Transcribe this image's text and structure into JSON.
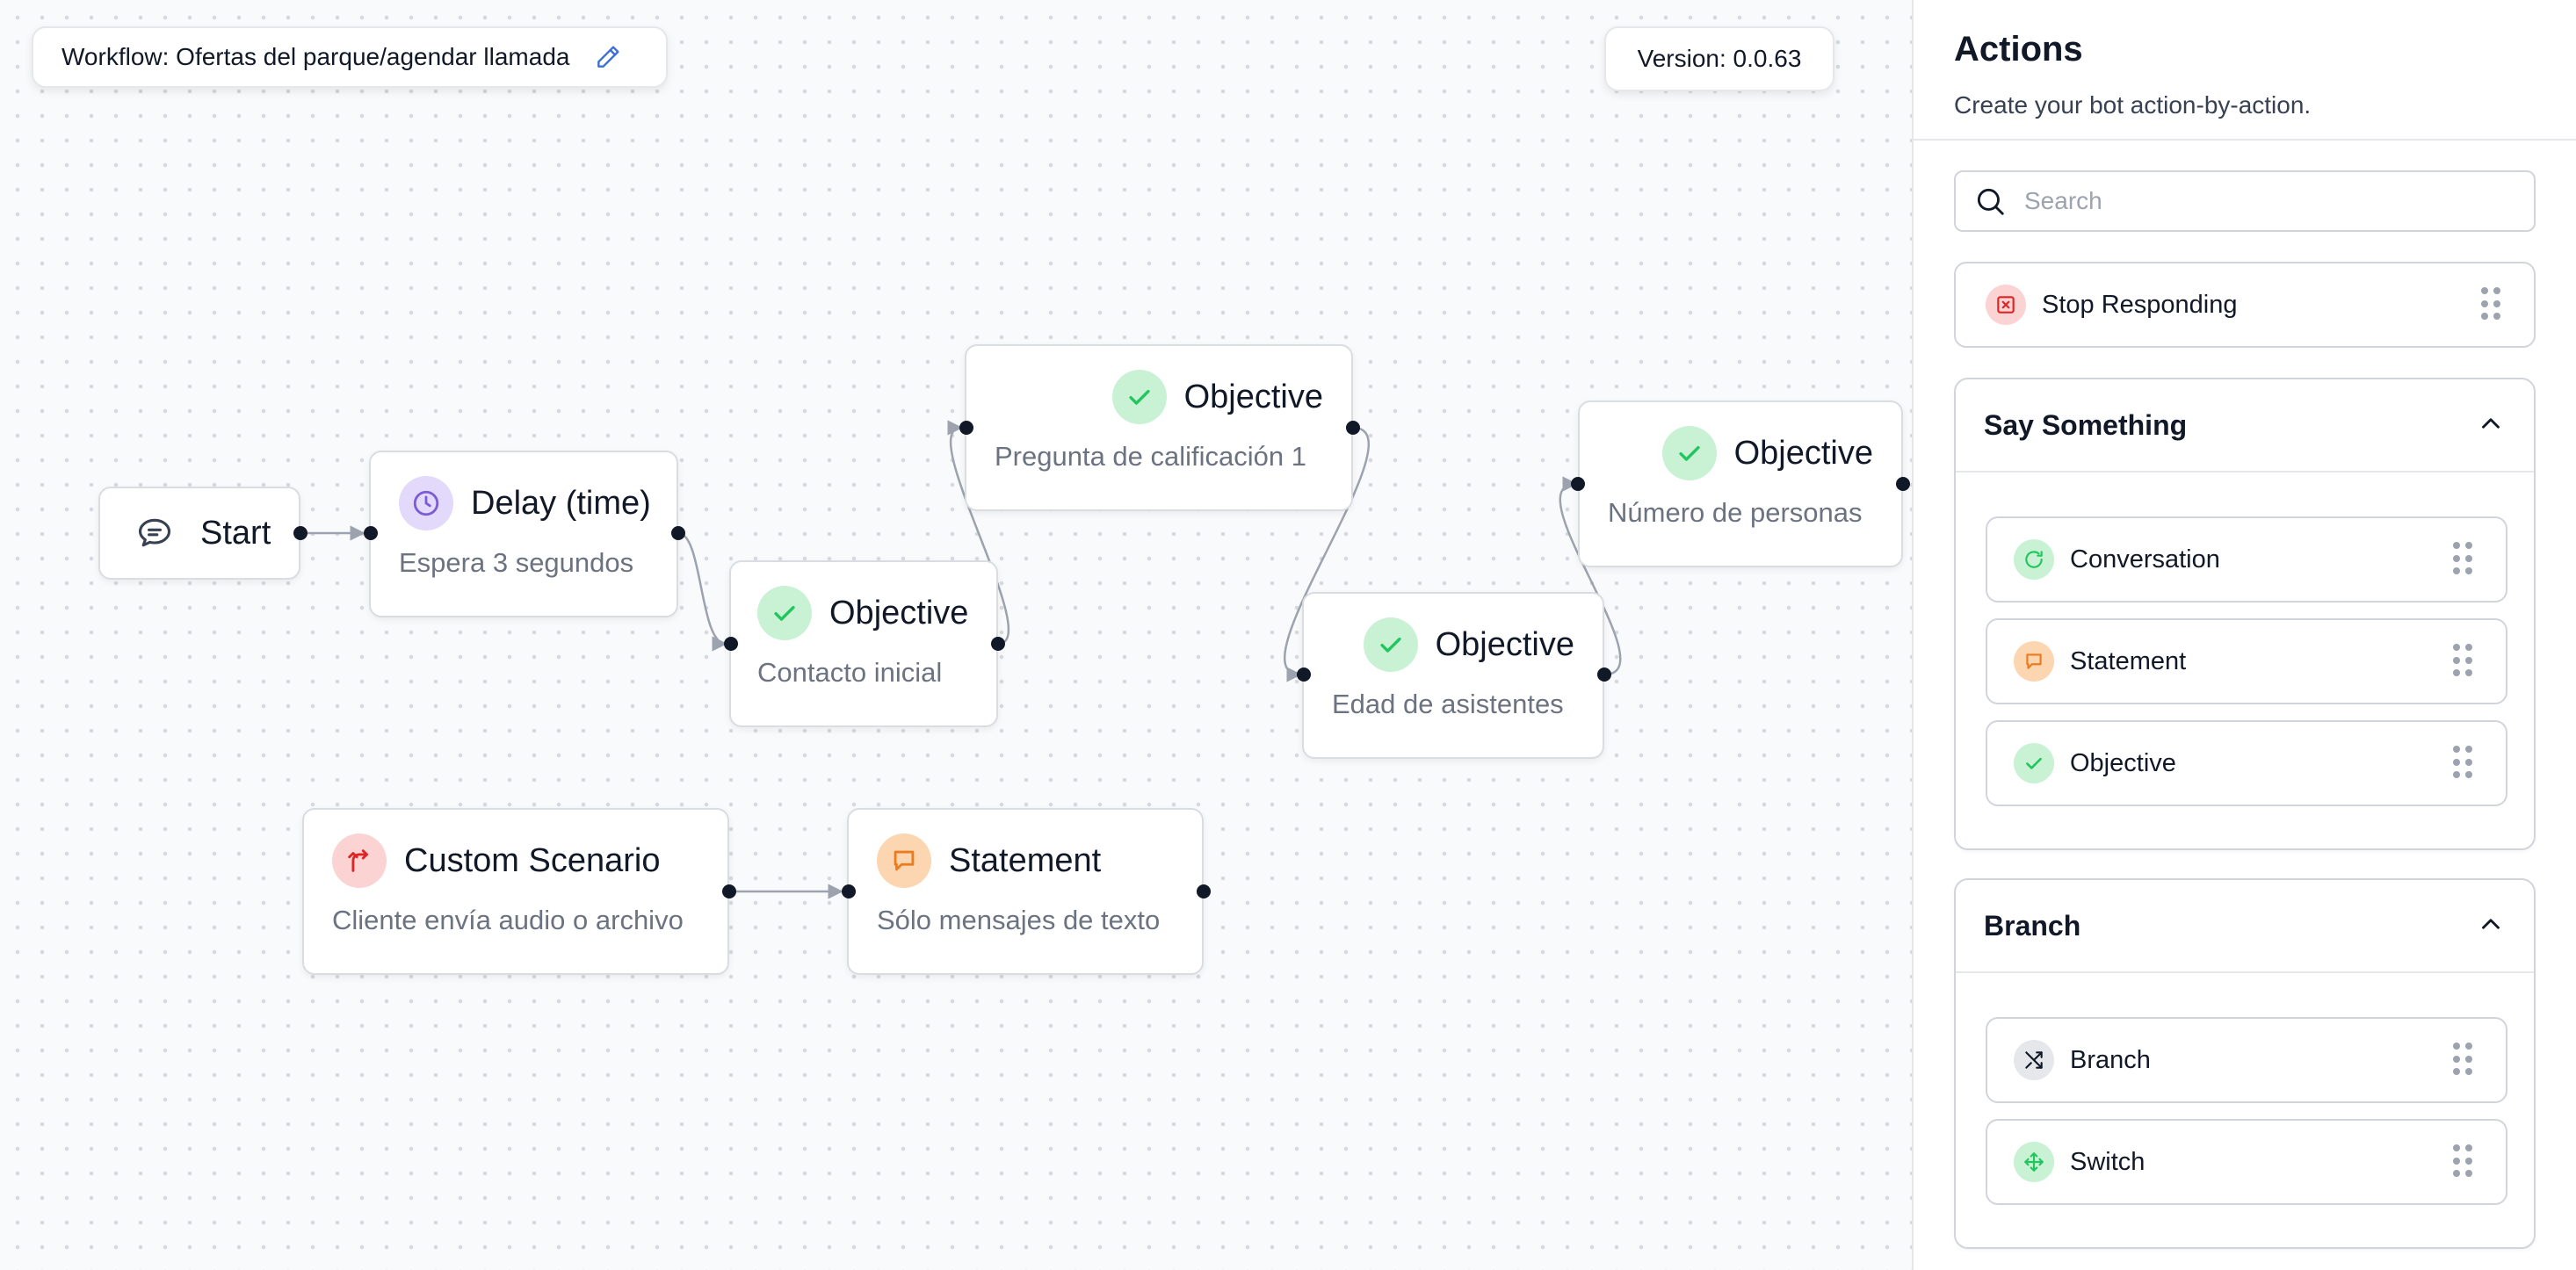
{
  "header": {
    "workflow_label": "Workflow: Ofertas del parque/agendar llamada",
    "version_label": "Version: 0.0.63"
  },
  "nodes": {
    "start": {
      "title": "Start",
      "icon": "chat-bubble-icon"
    },
    "delay": {
      "title": "Delay (time)",
      "subtitle": "Espera 3 segundos",
      "icon": "clock-icon"
    },
    "objective_1": {
      "title": "Objective",
      "subtitle": "Contacto inicial",
      "icon": "check-icon"
    },
    "objective_2": {
      "title": "Objective",
      "subtitle": "Pregunta de calificación 1",
      "icon": "check-icon"
    },
    "objective_3": {
      "title": "Objective",
      "subtitle": "Edad de asistentes",
      "icon": "check-icon"
    },
    "objective_4": {
      "title": "Objective",
      "subtitle": "Número de personas",
      "icon": "check-icon"
    },
    "custom_scenario": {
      "title": "Custom Scenario",
      "subtitle": "Cliente envía audio o archivo",
      "icon": "branch-arrow-icon"
    },
    "statement": {
      "title": "Statement",
      "subtitle": "Sólo mensajes de texto",
      "icon": "speech-bubble-icon"
    }
  },
  "sidebar": {
    "title": "Actions",
    "subtitle": "Create your bot action-by-action.",
    "search": {
      "placeholder": "Search",
      "value": ""
    },
    "stop_item": {
      "label": "Stop Responding",
      "icon": "stop-x-icon"
    },
    "groups": [
      {
        "title": "Say Something",
        "items": [
          {
            "label": "Conversation",
            "icon": "conversation-icon"
          },
          {
            "label": "Statement",
            "icon": "speech-bubble-icon"
          },
          {
            "label": "Objective",
            "icon": "check-icon"
          }
        ]
      },
      {
        "title": "Branch",
        "items": [
          {
            "label": "Branch",
            "icon": "shuffle-icon"
          },
          {
            "label": "Switch",
            "icon": "switch-arrows-icon"
          }
        ]
      }
    ]
  },
  "colors": {
    "green_icon_bg": "#c8f2d3",
    "green_icon_fg": "#22c55e",
    "purple_icon_bg": "#e2d9fb",
    "purple_icon_fg": "#7c5cd6",
    "red_icon_bg": "#fbd3d3",
    "red_icon_fg": "#dc2626",
    "orange_icon_bg": "#fcd6b0",
    "orange_icon_fg": "#ea7b1f",
    "edge_color": "#9ca3af"
  }
}
